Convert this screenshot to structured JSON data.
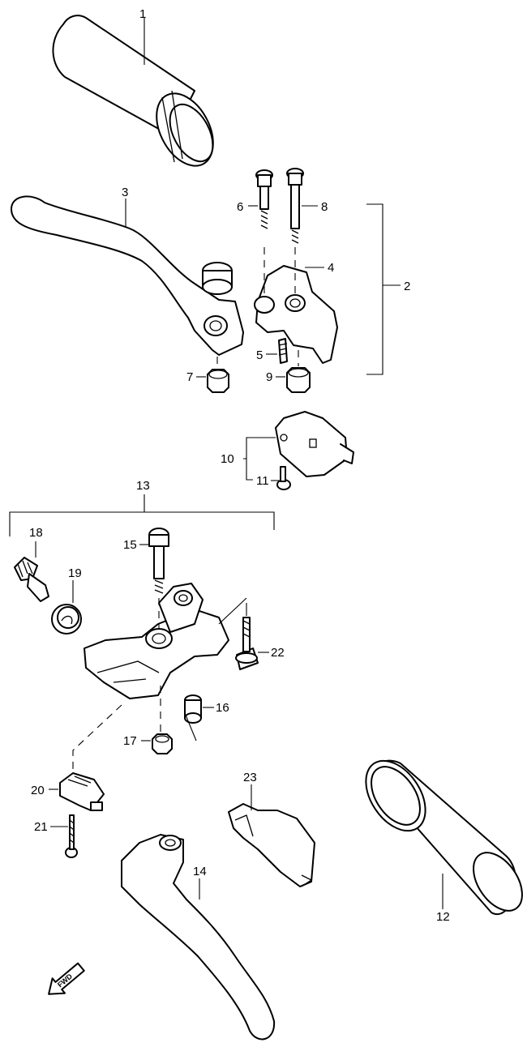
{
  "parts": [
    {
      "no": "1"
    },
    {
      "no": "2"
    },
    {
      "no": "3"
    },
    {
      "no": "4"
    },
    {
      "no": "5"
    },
    {
      "no": "6"
    },
    {
      "no": "7"
    },
    {
      "no": "8"
    },
    {
      "no": "9"
    },
    {
      "no": "10"
    },
    {
      "no": "11"
    },
    {
      "no": "12"
    },
    {
      "no": "13"
    },
    {
      "no": "14"
    },
    {
      "no": "15"
    },
    {
      "no": "16"
    },
    {
      "no": "17"
    },
    {
      "no": "18"
    },
    {
      "no": "19"
    },
    {
      "no": "20"
    },
    {
      "no": "21"
    },
    {
      "no": "22"
    },
    {
      "no": "23"
    }
  ],
  "direction_marker": {
    "text": "FWD",
    "icon": "forward-arrow-icon"
  }
}
